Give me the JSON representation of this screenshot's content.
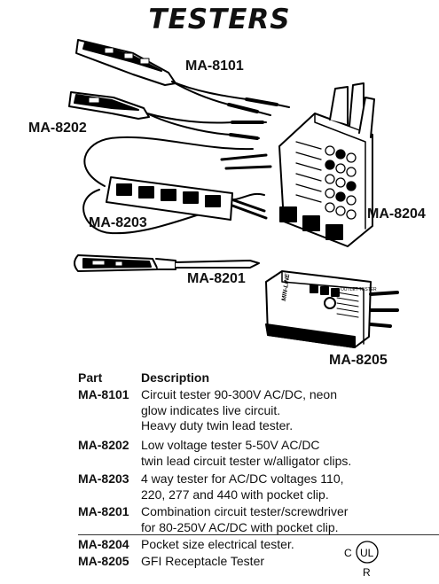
{
  "title": "TESTERS",
  "labels": {
    "ma8101": "MA-8101",
    "ma8202": "MA-8202",
    "ma8203": "MA-8203",
    "ma8204": "MA-8204",
    "ma8201": "MA-8201",
    "ma8205": "MA-8205"
  },
  "device_text": {
    "brand": "MIN-LINE",
    "label": "OUTLET TESTER"
  },
  "table": {
    "header_part": "Part",
    "header_desc": "Description",
    "rows": [
      {
        "part": "MA-8101",
        "desc": "Circuit tester 90-300V AC/DC, neon\nglow indicates live circuit.\nHeavy duty twin lead tester."
      },
      {
        "part": "MA-8202",
        "desc": "Low voltage tester 5-50V AC/DC\ntwin lead circuit tester w/alligator clips."
      },
      {
        "part": "MA-8203",
        "desc": "4 way tester for AC/DC voltages 110,\n220, 277 and 440 with pocket clip."
      },
      {
        "part": "MA-8201",
        "desc": "Combination circuit tester/screwdriver\nfor 80-250V AC/DC with pocket clip."
      },
      {
        "part": "MA-8204",
        "desc": "Pocket size electrical tester."
      },
      {
        "part": "MA-8205",
        "desc": "GFI Receptacle Tester"
      }
    ]
  },
  "cert": {
    "c": "C",
    "ul": "UL",
    "r": "R"
  }
}
